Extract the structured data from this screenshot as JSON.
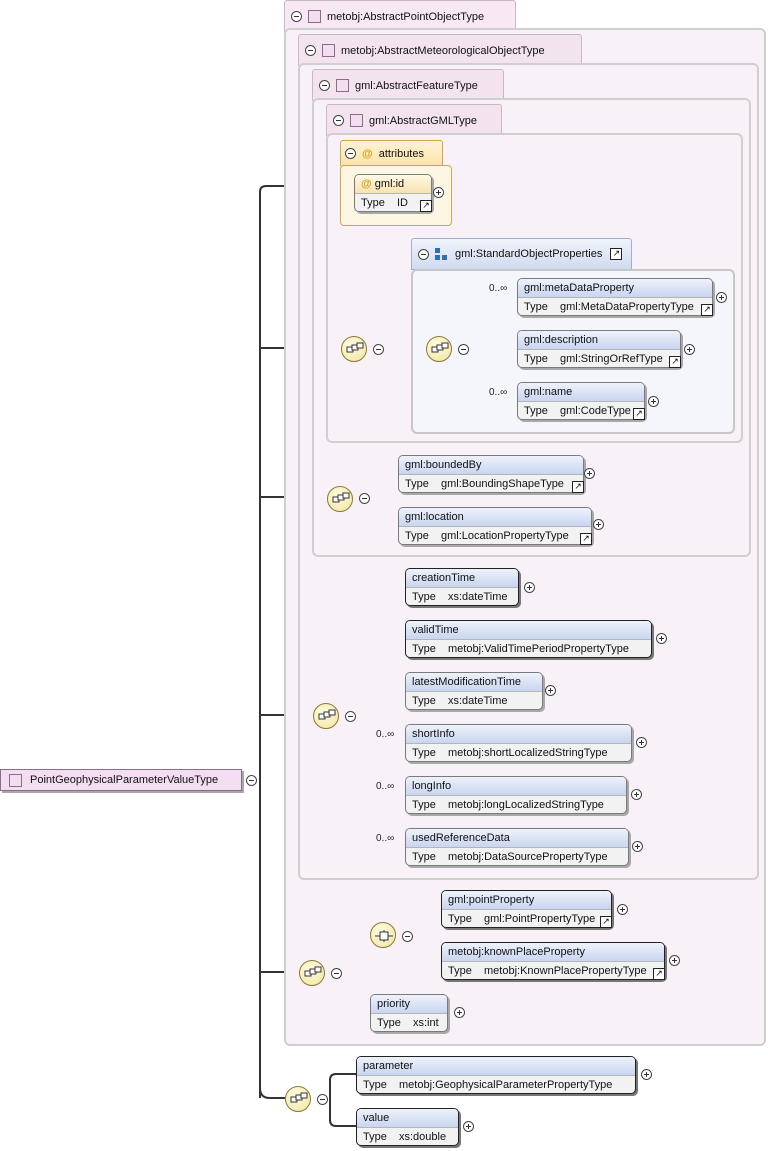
{
  "root": {
    "label": "PointGeophysicalParameterValueType"
  },
  "groups": [
    {
      "label": "metobj:AbstractPointObjectType"
    },
    {
      "label": "metobj:AbstractMeteorologicalObjectType"
    },
    {
      "label": "gml:AbstractFeatureType"
    },
    {
      "label": "gml:AbstractGMLType"
    }
  ],
  "attributes": {
    "label": "attributes",
    "icon": "@",
    "items": [
      {
        "name": "gml:id",
        "type_key": "Type",
        "type": "ID"
      }
    ]
  },
  "standard_object_properties": {
    "label": "gml:StandardObjectProperties"
  },
  "cardinality": "0..∞",
  "elements": {
    "metaDataProperty": {
      "name": "gml:metaDataProperty",
      "type_key": "Type",
      "type": "gml:MetaDataPropertyType",
      "card": "0..∞"
    },
    "description": {
      "name": "gml:description",
      "type_key": "Type",
      "type": "gml:StringOrRefType"
    },
    "name": {
      "name": "gml:name",
      "type_key": "Type",
      "type": "gml:CodeType",
      "card": "0..∞"
    },
    "boundedBy": {
      "name": "gml:boundedBy",
      "type_key": "Type",
      "type": "gml:BoundingShapeType"
    },
    "location": {
      "name": "gml:location",
      "type_key": "Type",
      "type": "gml:LocationPropertyType"
    },
    "creationTime": {
      "name": "creationTime",
      "type_key": "Type",
      "type": "xs:dateTime"
    },
    "validTime": {
      "name": "validTime",
      "type_key": "Type",
      "type": "metobj:ValidTimePeriodPropertyType"
    },
    "latestModificationTime": {
      "name": "latestModificationTime",
      "type_key": "Type",
      "type": "xs:dateTime"
    },
    "shortInfo": {
      "name": "shortInfo",
      "type_key": "Type",
      "type": "metobj:shortLocalizedStringType",
      "card": "0..∞"
    },
    "longInfo": {
      "name": "longInfo",
      "type_key": "Type",
      "type": "metobj:longLocalizedStringType",
      "card": "0..∞"
    },
    "usedReferenceData": {
      "name": "usedReferenceData",
      "type_key": "Type",
      "type": "metobj:DataSourcePropertyType",
      "card": "0..∞"
    },
    "pointProperty": {
      "name": "gml:pointProperty",
      "type_key": "Type",
      "type": "gml:PointPropertyType"
    },
    "knownPlaceProperty": {
      "name": "metobj:knownPlaceProperty",
      "type_key": "Type",
      "type": "metobj:KnownPlacePropertyType"
    },
    "priority": {
      "name": "priority",
      "type_key": "Type",
      "type": "xs:int"
    },
    "parameter": {
      "name": "parameter",
      "type_key": "Type",
      "type": "metobj:GeophysicalParameterPropertyType"
    },
    "value": {
      "name": "value",
      "type_key": "Type",
      "type": "xs:double"
    }
  },
  "colors": {
    "group_bg": "#f9f1f8",
    "element_header": "#c9d6f0",
    "compositor": "#f0e4a0",
    "attributes": "#fbe3a8"
  },
  "link_icon": "↗"
}
